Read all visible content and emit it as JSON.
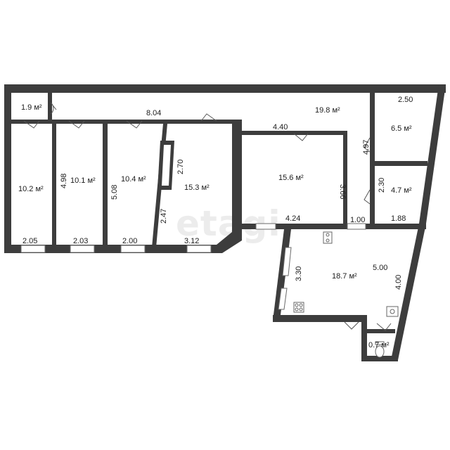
{
  "watermark": "etagi",
  "rooms": [
    {
      "id": "r-1-9",
      "area": "1.9 м²"
    },
    {
      "id": "r-19-8",
      "area": "19.8 м²"
    },
    {
      "id": "r-6-5",
      "area": "6.5 м²"
    },
    {
      "id": "r-10-2",
      "area": "10.2 м²"
    },
    {
      "id": "r-10-1",
      "area": "10.1 м²"
    },
    {
      "id": "r-10-4",
      "area": "10.4 м²"
    },
    {
      "id": "r-15-3",
      "area": "15.3 м²"
    },
    {
      "id": "r-15-6",
      "area": "15.6 м²"
    },
    {
      "id": "r-4-7",
      "area": "4.7 м²"
    },
    {
      "id": "r-18-7",
      "area": "18.7 м²"
    },
    {
      "id": "r-0-7",
      "area": "0.7 м²"
    }
  ],
  "dimensions": {
    "corridor_len": "8.04",
    "room6_5_w": "2.50",
    "room15_6_top": "4.40",
    "room15_6_bottom": "4.24",
    "room15_6_h": "3.66",
    "corridor_gap": "1.00",
    "room4_7_w": "1.88",
    "room6_5_h": "4.97",
    "room4_7_h": "2.30",
    "room10_2_w": "2.05",
    "room10_1_w": "2.03",
    "room10_4_w": "2.00",
    "room15_3_w": "3.12",
    "room10_1_h": "4.98",
    "room10_4_h": "5.08",
    "room15_3_h_a": "2.70",
    "room15_3_h_b": "2.47",
    "kitchen_h": "3.30",
    "kitchen_w": "5.00",
    "kitchen_right": "4.00"
  }
}
